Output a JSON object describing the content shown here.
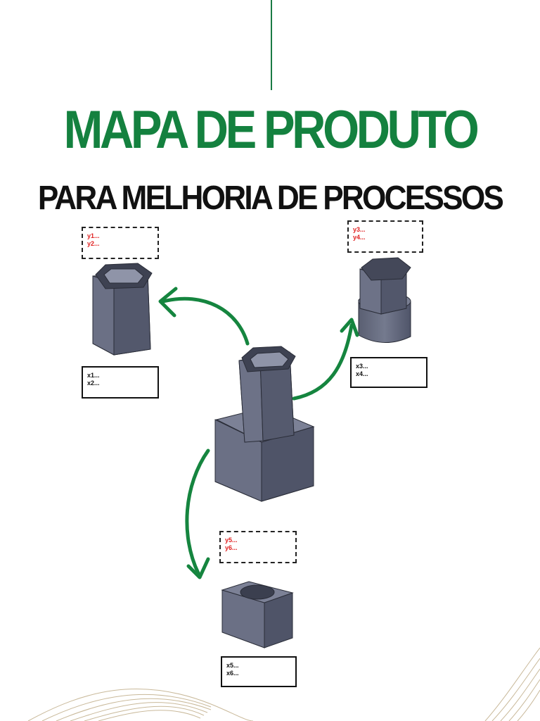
{
  "header": {
    "title": "MAPA DE PRODUTO",
    "subtitle": "PARA MELHORIA DE PROCESSOS"
  },
  "colors": {
    "brand_green": "#14813f",
    "part_gray": "#5d6274",
    "label_red": "#e02020"
  },
  "diagram": {
    "top_left": {
      "dashed_lines": [
        "y1...",
        "y2..."
      ],
      "solid_lines": [
        "x1...",
        "x2..."
      ]
    },
    "top_right": {
      "dashed_lines": [
        "y3...",
        "y4..."
      ],
      "solid_lines": [
        "x3...",
        "x4..."
      ]
    },
    "bottom": {
      "dashed_lines": [
        "y5...",
        "y6..."
      ],
      "solid_lines": [
        "x5...",
        "x6..."
      ]
    }
  }
}
